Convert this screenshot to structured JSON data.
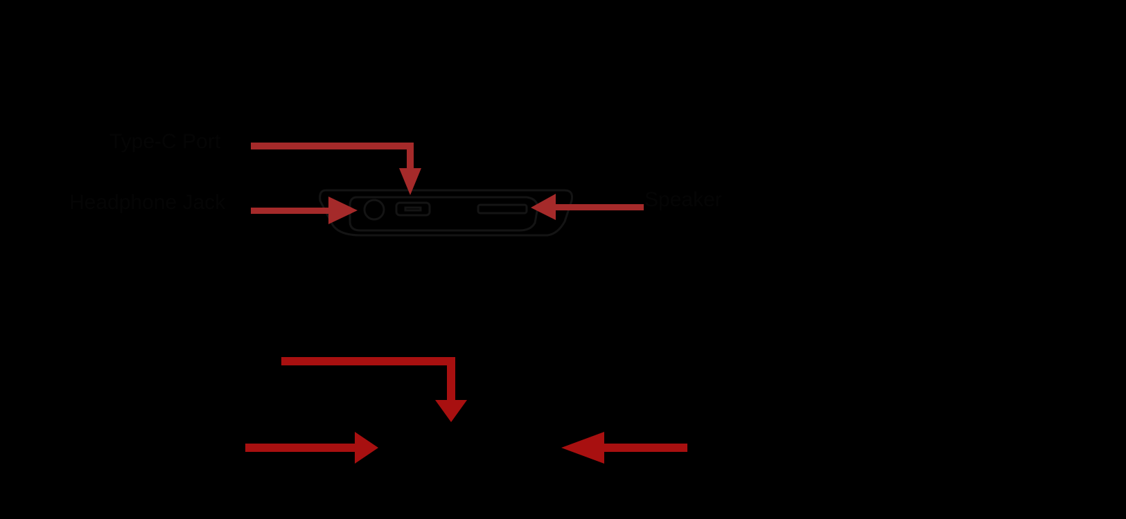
{
  "top_diagram": {
    "labels": {
      "top_port": "Type-C Port",
      "left_port": "Headphone Jack",
      "right_port": "Speaker"
    },
    "arrow_color": "#a52a2a",
    "device_line_color": "#141414"
  },
  "bottom_diagram": {
    "arrow_color": "#a81010"
  },
  "background_color": "#000000"
}
